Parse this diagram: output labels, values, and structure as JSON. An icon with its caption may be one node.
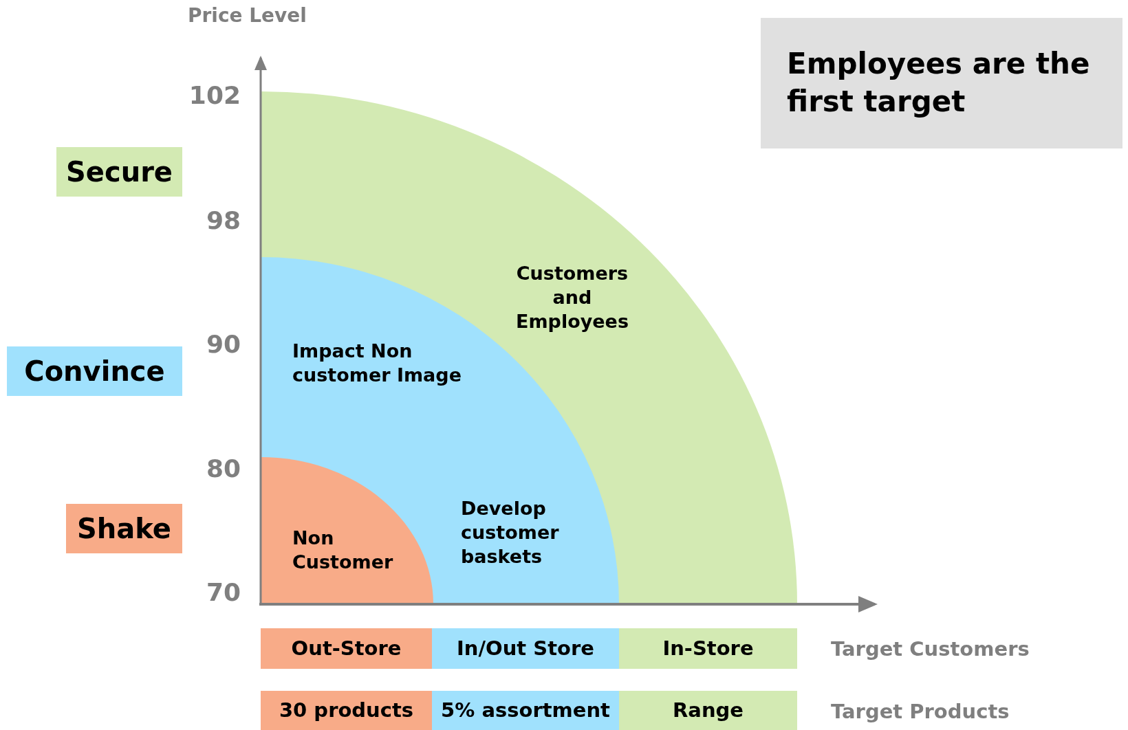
{
  "diagram": {
    "nodes": [
      {
        "text": [
          "Customers and Employees"
        ]
      },
      {
        "text": [
          "Impact Non customer Image",
          "Develop customer baskets"
        ],
        "in": 0
      },
      {
        "text": [
          "Non Customer"
        ],
        "in": 1
      },
      {
        "text": [
          "Employees are the first target"
        ]
      },
      {
        "text": [
          "Secure"
        ]
      },
      {
        "text": [
          "Convince"
        ]
      },
      {
        "text": [
          "Shake"
        ]
      },
      {
        "text": [
          "Out-Store"
        ]
      },
      {
        "text": [
          "In/Out Store"
        ]
      },
      {
        "text": [
          "In-Store"
        ]
      },
      {
        "text": [
          "30 products"
        ]
      },
      {
        "text": [
          "5% assortment"
        ]
      },
      {
        "text": [
          "Range"
        ]
      }
    ],
    "edges": [],
    "labels": [
      "Price Level",
      "102",
      "98",
      "90",
      "80",
      "70",
      "Target Customers",
      "Target Products"
    ]
  }
}
